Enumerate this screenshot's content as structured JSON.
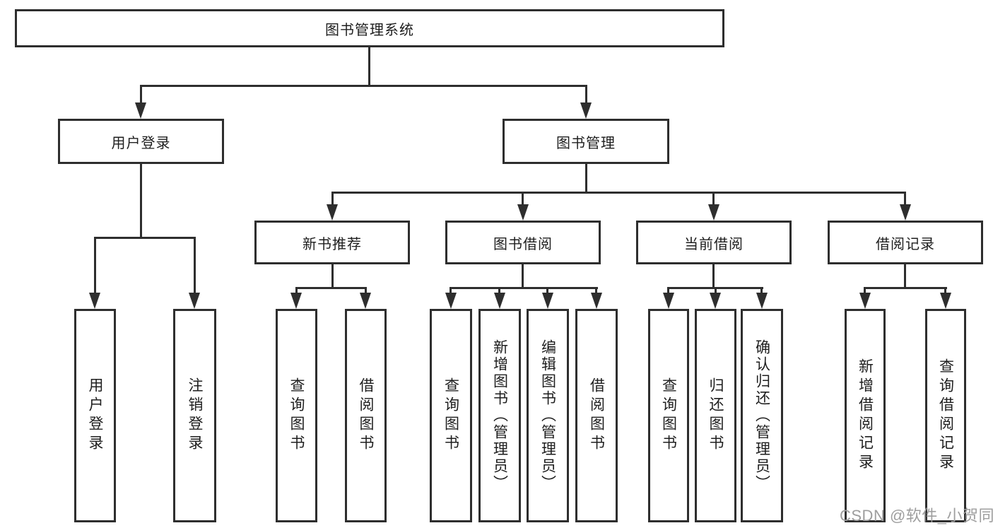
{
  "diagram": {
    "title": "图书管理系统",
    "root": {
      "label": "图书管理系统"
    },
    "branches": [
      {
        "label": "用户登录",
        "children": [
          {
            "label": "用户登录"
          },
          {
            "label": "注销登录"
          }
        ]
      },
      {
        "label": "图书管理",
        "children": [
          {
            "label": "新书推荐",
            "children": [
              {
                "label": "查询图书"
              },
              {
                "label": "借阅图书"
              }
            ]
          },
          {
            "label": "图书借阅",
            "children": [
              {
                "label": "查询图书"
              },
              {
                "label": "新增图书（管理员）"
              },
              {
                "label": "编辑图书（管理员）"
              },
              {
                "label": "借阅图书"
              }
            ]
          },
          {
            "label": "当前借阅",
            "children": [
              {
                "label": "查询图书"
              },
              {
                "label": "归还图书"
              },
              {
                "label": "确认归还（管理员）"
              }
            ]
          },
          {
            "label": "借阅记录",
            "children": [
              {
                "label": "新增借阅记录"
              },
              {
                "label": "查询借阅记录"
              }
            ]
          }
        ]
      }
    ]
  },
  "watermark": {
    "text": "CSDN @软件_小贺同学"
  },
  "colors": {
    "line": "#2e2e2e",
    "text": "#1e1e1e",
    "watermark": "#9e9e9e",
    "background": "#ffffff"
  }
}
